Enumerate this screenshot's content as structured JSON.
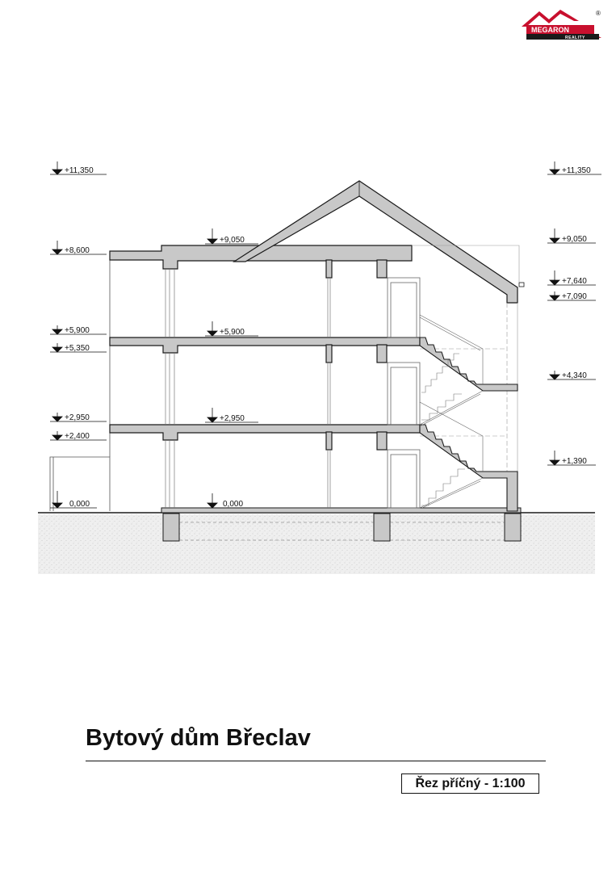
{
  "logo": {
    "text": "MEGARON",
    "subtext": "REALITY",
    "registered": "®"
  },
  "title": "Bytový dům Břeclav",
  "subtitle": "Řez příčný - 1:100",
  "levels": {
    "left": [
      "+11,350",
      "+8,600",
      "+5,900",
      "+5,350",
      "+2,950",
      "+2,400",
      "0,000"
    ],
    "center": [
      "+9,050",
      "+5,900",
      "+2,950",
      "0,000"
    ],
    "right": [
      "+11,350",
      "+9,050",
      "+7,640",
      "+7,090",
      "+4,340",
      "+1,390"
    ]
  },
  "colors": {
    "structure": "#c8c8c8",
    "outline": "#1a1a1a",
    "ground": "#eeeeee",
    "logo_red": "#c8102e"
  }
}
